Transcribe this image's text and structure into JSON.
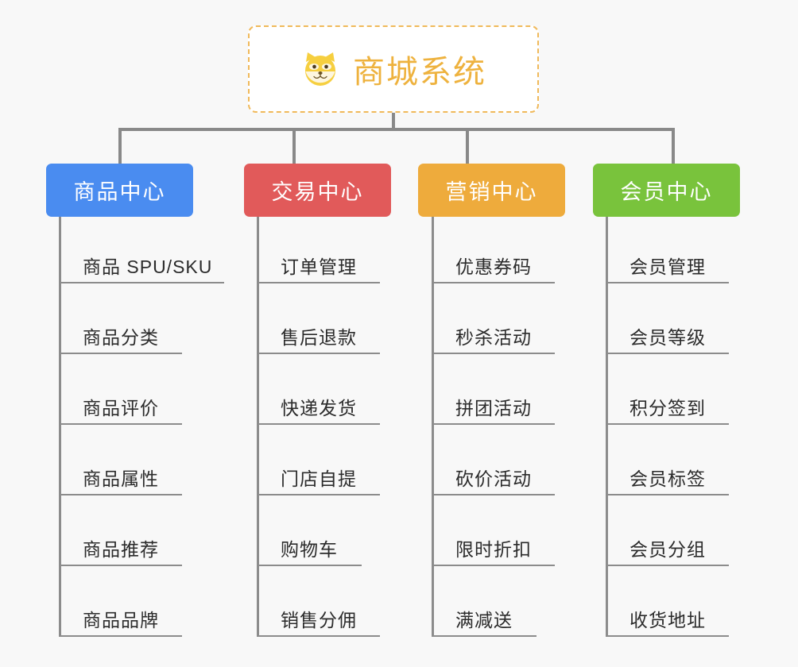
{
  "diagram": {
    "background_color": "#f8f8f8",
    "connector_color": "#8c8c8c",
    "root": {
      "title": "商城系统",
      "icon": "shiba-dog-face-icon",
      "border_color": "#f0b95a",
      "text_color": "#eeb23e",
      "fill_color": "#ffffff",
      "border_style": "dashed"
    },
    "columns": [
      {
        "id": "product-center",
        "label": "商品中心",
        "color": "#4a8cf0",
        "items": [
          "商品 SPU/SKU",
          "商品分类",
          "商品评价",
          "商品属性",
          "商品推荐",
          "商品品牌"
        ]
      },
      {
        "id": "trade-center",
        "label": "交易中心",
        "color": "#e15a5a",
        "items": [
          "订单管理",
          "售后退款",
          "快递发货",
          "门店自提",
          "购物车",
          "销售分佣"
        ]
      },
      {
        "id": "marketing-center",
        "label": "营销中心",
        "color": "#eeab3c",
        "items": [
          "优惠券码",
          "秒杀活动",
          "拼团活动",
          "砍价活动",
          "限时折扣",
          "满减送"
        ]
      },
      {
        "id": "member-center",
        "label": "会员中心",
        "color": "#79c33c",
        "items": [
          "会员管理",
          "会员等级",
          "积分签到",
          "会员标签",
          "会员分组",
          "收货地址"
        ]
      }
    ]
  }
}
